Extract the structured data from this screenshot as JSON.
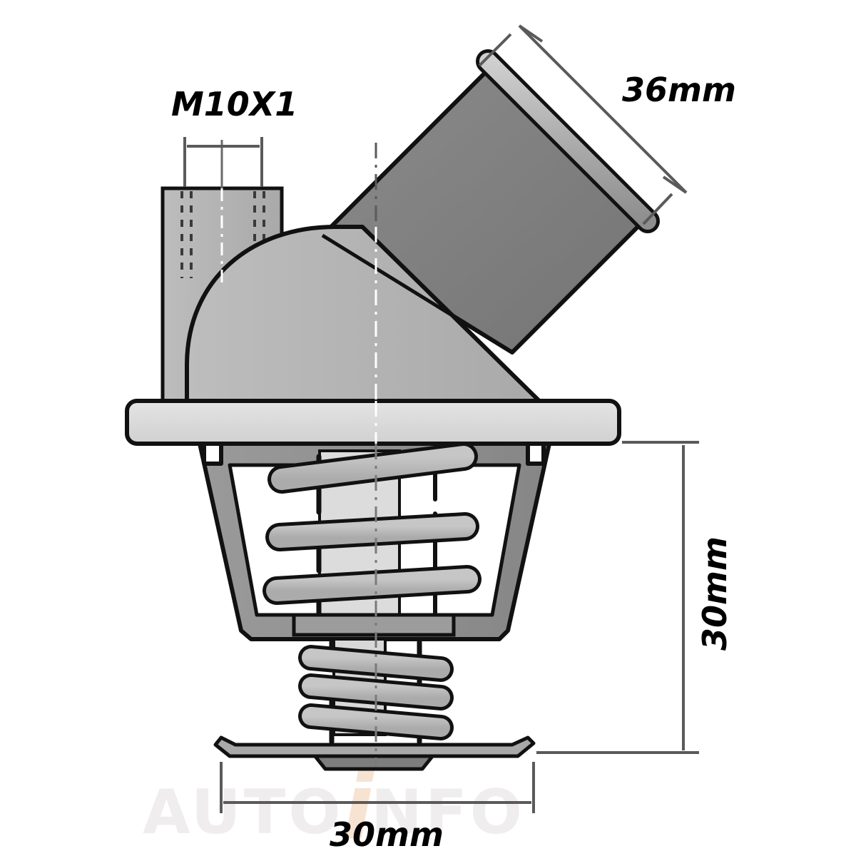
{
  "drawing": {
    "title": "Thermostat cross-section technical drawing",
    "background_color": "#ffffff",
    "line_color": "#000000",
    "dim_line_color": "#5a5a5a"
  },
  "labels": {
    "thread_spec": "M10X1",
    "outlet_diameter": "36mm",
    "body_height": "30mm",
    "valve_diameter": "30mm"
  },
  "watermark": {
    "text_left": "AUTO",
    "text_mark": "i",
    "text_right": "NFO",
    "color": "#eceaea",
    "accent_color": "#f2dcc8"
  },
  "colors": {
    "outlet_pipe": "#808080",
    "outlet_rim": "#b0b0b0",
    "body_dome": "#b5b5b5",
    "thread_boss": "#b5b5b5",
    "flange": "#d9d9d9",
    "housing_wall": "#8f8f8f",
    "spring": "#b8b8b8",
    "shaft": "#d2d2d2",
    "valve_plate": "#a8a8a8",
    "valve_block": "#7d7d7d"
  },
  "parts": [
    {
      "name": "threaded-boss",
      "label": "M10X1 threaded sensor boss"
    },
    {
      "name": "outlet-pipe",
      "label": "36mm angled outlet pipe"
    },
    {
      "name": "body-dome",
      "label": "Thermostat housing dome"
    },
    {
      "name": "mounting-flange",
      "label": "Mounting flange"
    },
    {
      "name": "upper-spring",
      "label": "Main return spring, 3 coils"
    },
    {
      "name": "lower-spring",
      "label": "Secondary spring, 3 coils"
    },
    {
      "name": "valve-plate",
      "label": "Valve plate 30mm"
    },
    {
      "name": "center-axis",
      "label": "Center axis line"
    }
  ]
}
